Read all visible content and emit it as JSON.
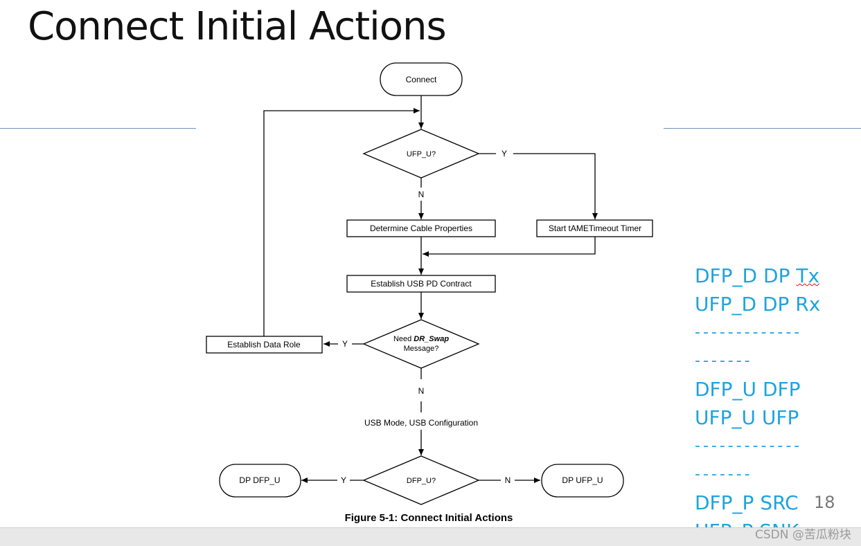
{
  "slide": {
    "title": "Connect Initial Actions",
    "page_number": "18",
    "watermark": "CSDN @苦瓜粉块"
  },
  "figure": {
    "caption": "Figure 5-1: Connect Initial Actions",
    "nodes": {
      "connect": "Connect",
      "ufp_u_decision": "UFP_U?",
      "determine_cable": "Determine Cable Properties",
      "start_timer": "Start tAMETimeout Timer",
      "establish_contract": "Establish USB PD Contract",
      "need_swap_prefix": "Need ",
      "need_swap_emph": "DR_Swap",
      "need_swap_line2": "Message?",
      "establish_data_role": "Establish Data Role",
      "usb_mode": "USB Mode, USB Configuration",
      "dfp_u_decision": "DFP_U?",
      "dp_dfp_u": "DP DFP_U",
      "dp_ufp_u": "DP UFP_U"
    },
    "edge_labels": {
      "ufp_yes": "Y",
      "ufp_no": "N",
      "swap_yes": "Y",
      "swap_no": "N",
      "dfp_yes": "Y",
      "dfp_no": "N"
    }
  },
  "notes": {
    "line1_a": "DFP_D DP ",
    "line1_b": "Tx",
    "line2": "UFP_D DP Rx",
    "sep1_a": "-------------",
    "sep1_b": "-------",
    "line3": "DFP_U DFP",
    "line4": "UFP_U UFP",
    "sep2_a": "-------------",
    "sep2_b": "-------",
    "line5": "DFP_P SRC",
    "line6": "UFP_P SNK"
  },
  "colors": {
    "accent": "#1fa3df",
    "rule": "#6f93b8",
    "ink": "#000000"
  }
}
